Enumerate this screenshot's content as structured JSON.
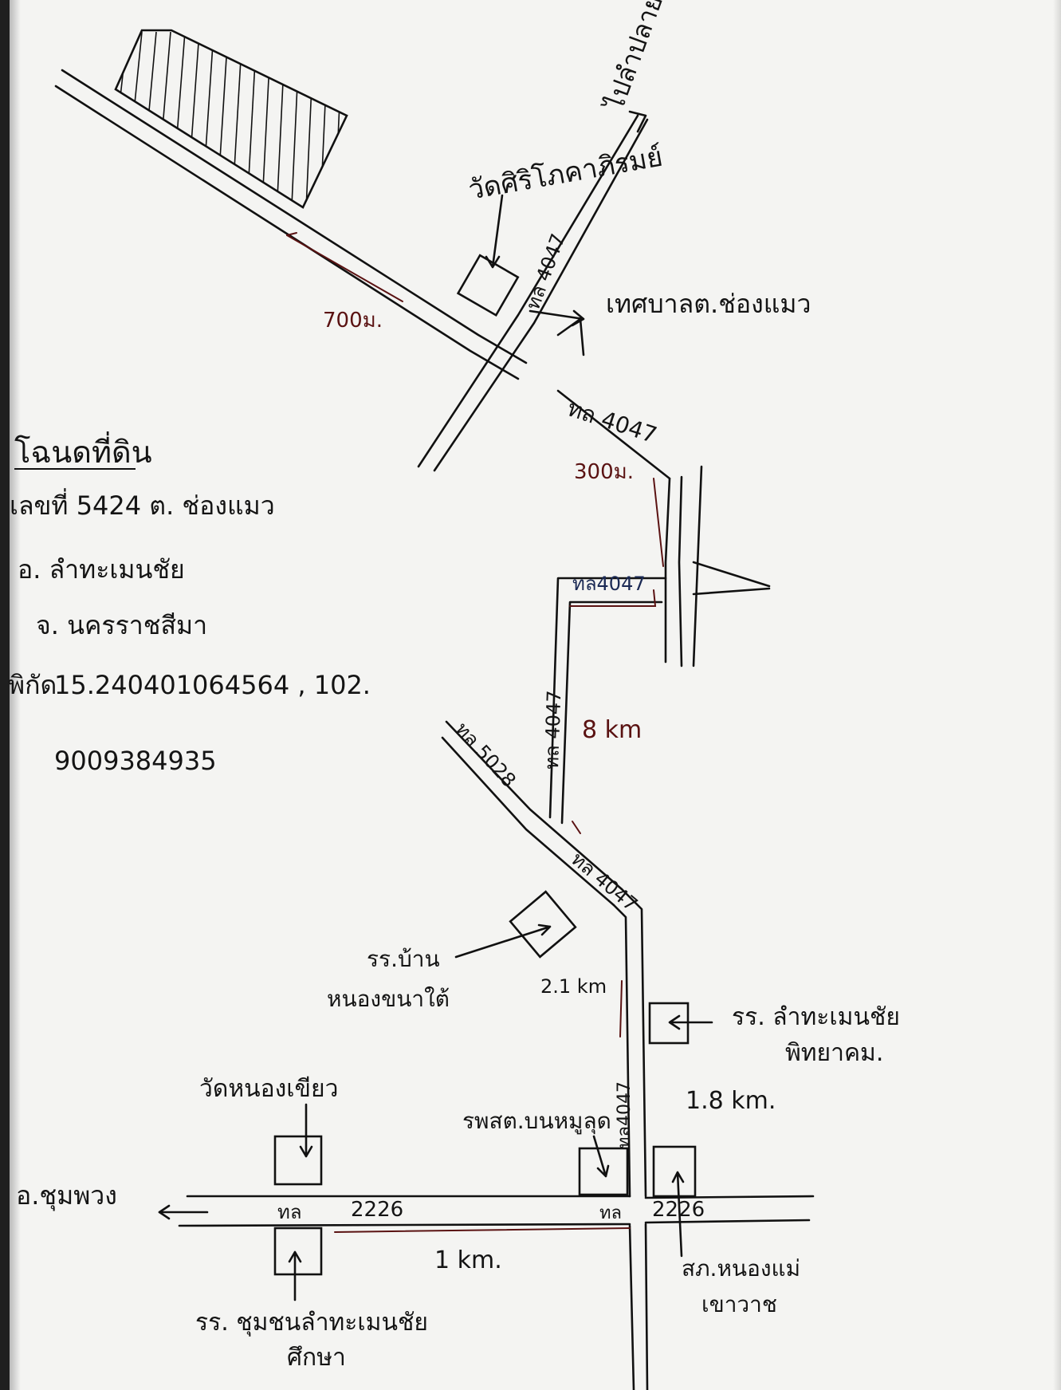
{
  "map": {
    "places": {
      "temple_top": "วัดศิริโภคาภิรมย์",
      "to_lamplaimat": "ไปลำปลายมาศ",
      "municipality": "เทศบาลต.ช่องแมว",
      "school_ban_nongkhanai": "รร.บ้าน",
      "school_ban_nongkhanai_2": "หนองขนาใต้",
      "school_lamthamenchai": "รร. ลำทะเมนชัย",
      "school_lamthamenchai_2": "พิทยาคม.",
      "temple_nongkhiao": "วัดหนองเขียว",
      "health_center": "รพสต.บนหมูลุด",
      "to_chumphuang": "อ.ชุมพวง",
      "police_station": "สภ.หนองแม่",
      "police_station_2": "เขาวาช",
      "school_community": "รร. ชุมชนลำทะเมนชัย",
      "school_community_2": "ศึกษา"
    },
    "roads": {
      "r4047_top": "ทล 4047",
      "r4047_mid": "ทล 4047",
      "r4047_short": "ทล4047",
      "r4047_vertical": "ทล 4047",
      "r5028": "ทล 5028",
      "r4047_lower": "ทล 4047",
      "r4047_bottom": "ทล4047",
      "r2226_left": "ทล",
      "r2226_left_num": "2226",
      "r2226_right": "ทล",
      "r2226_right_num": "2226"
    },
    "distances": {
      "d700": "700ม.",
      "d300": "300ม.",
      "d8": "8 km",
      "d21": "2.1 km",
      "d18": "1.8 km.",
      "d1": "1 km."
    },
    "land_info": {
      "title": "โฉนดที่ดิน",
      "line1": "เลขที่ 5424  ต. ช่องแมว",
      "line2": "อ. ลำทะเมนชัย",
      "line3": "จ. นครราชสีมา",
      "coord_label": "พิกัด",
      "coord_line1": "15.240401064564 , 102.",
      "coord_line2": "90093849​35"
    }
  }
}
